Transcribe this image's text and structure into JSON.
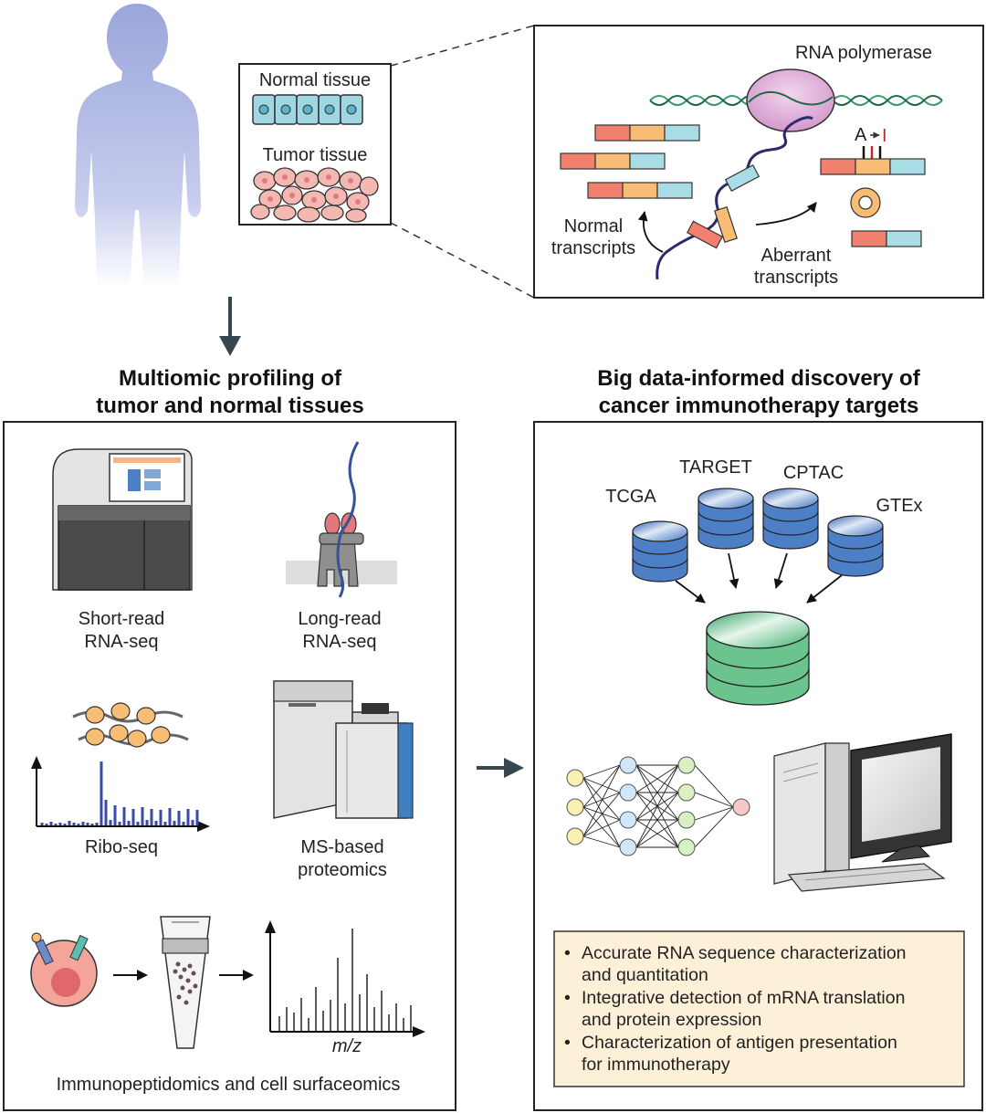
{
  "inset": {
    "normal_tissue": "Normal tissue",
    "tumor_tissue": "Tumor tissue"
  },
  "transcription": {
    "polymerase": "RNA polymerase",
    "edit": "A",
    "edit_to": "I",
    "normal_1": "Normal",
    "normal_2": "transcripts",
    "aberrant_1": "Aberrant",
    "aberrant_2": "transcripts"
  },
  "left_panel": {
    "title_1": "Multiomic profiling of",
    "title_2": "tumor and normal tissues",
    "short_read_1": "Short-read",
    "short_read_2": "RNA-seq",
    "long_read_1": "Long-read",
    "long_read_2": "RNA-seq",
    "ribo": "Ribo-seq",
    "ms_1": "MS-based",
    "ms_2": "proteomics",
    "mz": "m/z",
    "immuno": "Immunopeptidomics and cell surfaceomics"
  },
  "right_panel": {
    "title_1": "Big data-informed discovery of",
    "title_2": "cancer immunotherapy targets",
    "databases": [
      "TCGA",
      "TARGET",
      "CPTAC",
      "GTEx"
    ],
    "bullets": [
      [
        "Accurate RNA sequence characterization",
        "and quantitation"
      ],
      [
        "Integrative detection of mRNA translation",
        "and protein expression"
      ],
      [
        "Characterization of antigen presentation",
        "for immunotherapy"
      ]
    ]
  },
  "colors": {
    "body": "#a9b4e0",
    "db_blue": "#4d7fc6",
    "db_green": "#6bc48d",
    "bullet_box": "#fdf0d8",
    "arrow": "#37474f"
  }
}
